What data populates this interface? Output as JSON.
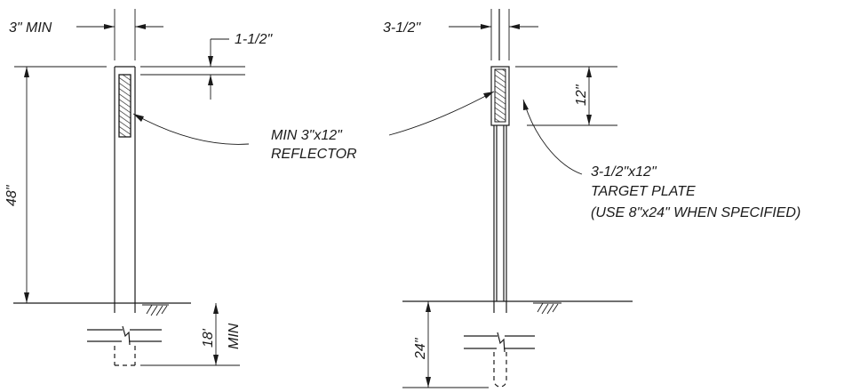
{
  "left_detail": {
    "post_width": "3\" MIN",
    "reflector_offset": "1-1/2\"",
    "height_above_ground": "48\"",
    "embedment_number": "18'",
    "embedment_suffix": "MIN"
  },
  "reflector_callout": {
    "line1": "MIN 3\"x12\"",
    "line2": "REFLECTOR"
  },
  "right_detail": {
    "post_width": "3-1/2\"",
    "plate_height": "12\"",
    "embedment": "24\"",
    "plate_line1": "3-1/2\"x12\"",
    "plate_line2": "TARGET PLATE",
    "plate_line3": "(USE 8\"x24\" WHEN SPECIFIED)"
  },
  "colors": {
    "ink": "#1a1a1a",
    "paper": "#ffffff"
  }
}
